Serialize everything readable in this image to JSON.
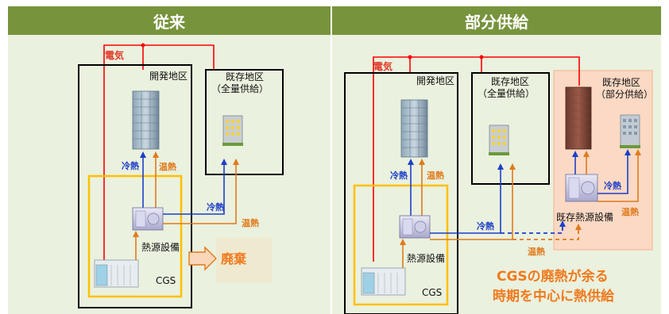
{
  "headers": {
    "left": "従来",
    "right": "部分供給"
  },
  "left": {
    "electricity": "電気",
    "dev_area": "開発地区",
    "existing_area_line1": "既存地区",
    "existing_area_line2": "（全量供給）",
    "cold": "冷熱",
    "warm": "温熱",
    "cold2": "冷熱",
    "warm2": "温熱",
    "heat_source": "熱源設備",
    "cgs": "CGS",
    "waste": "廃棄"
  },
  "right": {
    "electricity": "電気",
    "dev_area": "開発地区",
    "existing_full_line1": "既存地区",
    "existing_full_line2": "（全量供給）",
    "existing_partial_line1": "既存地区",
    "existing_partial_line2": "（部分供給）",
    "cold": "冷熱",
    "warm": "温熱",
    "cold_mid": "冷熱",
    "cold_partial": "冷熱",
    "warm_partial": "温熱",
    "warm_bottom": "温熱",
    "heat_source": "熱源設備",
    "existing_heat_source": "既存熱源設備",
    "cgs": "CGS",
    "note_line1": "CGSの廃熱が余る",
    "note_line2": "時期を中心に熱供給"
  },
  "colors": {
    "header": "#77933c",
    "panel": "#eaf1de",
    "partial_area": "#fbd9c4",
    "electricity": "#ff0000",
    "cold": "#1d3fc8",
    "warm": "#e07a1c",
    "cgs_frame": "#ffc000"
  },
  "icons": [
    "office-tower-icon",
    "small-building-icon",
    "brick-tower-icon",
    "chiller-unit-icon",
    "cgs-plant-icon",
    "arrow-right-icon"
  ]
}
